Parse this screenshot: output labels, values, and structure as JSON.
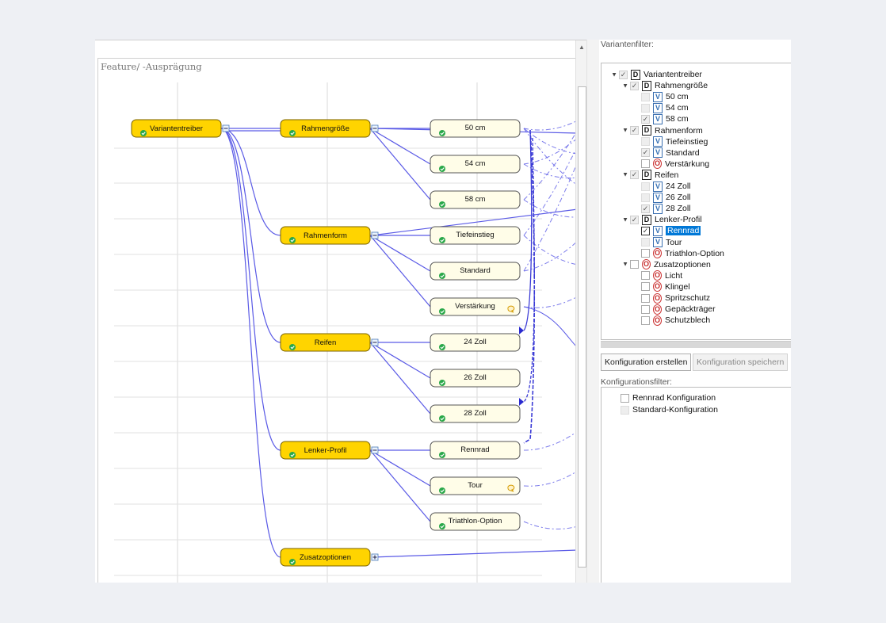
{
  "diagram": {
    "title": "Feature/ -Ausprägung",
    "node_labels": {
      "variantentreiber": "Variantentreiber",
      "rahmengroesse": "Rahmengröße",
      "rahmenform": "Rahmenform",
      "reifen": "Reifen",
      "lenker": "Lenker-Profil",
      "zusatzoptionen": "Zusatzoptionen",
      "cm50": "50 cm",
      "cm54": "54 cm",
      "cm58": "58 cm",
      "tiefeinstieg": "Tiefeinstieg",
      "standard": "Standard",
      "verstaerkung": "Verstärkung",
      "zoll24": "24 Zoll",
      "zoll26": "26 Zoll",
      "zoll28": "28 Zoll",
      "rennrad": "Rennrad",
      "tour": "Tour",
      "triathlon": "Triathlon-Option"
    },
    "colors": {
      "feature": "#ffd400",
      "value": "#fffde8",
      "edge": "#5a5ae6",
      "check": "#2aa84a"
    }
  },
  "right_pane": {
    "variant_filter_label": "Variantenfilter:",
    "tree": [
      {
        "label": "Variantentreiber",
        "type": "D",
        "checked": "partial",
        "expander": "▲"
      },
      {
        "label": "Rahmengröße",
        "type": "D",
        "checked": "partial",
        "expander": "▲"
      },
      {
        "label": "50 cm",
        "type": "V",
        "checked": "no"
      },
      {
        "label": "54 cm",
        "type": "V",
        "checked": "no"
      },
      {
        "label": "58 cm",
        "type": "V",
        "checked": "yes"
      },
      {
        "label": "Rahmenform",
        "type": "D",
        "checked": "partial",
        "expander": "▲"
      },
      {
        "label": "Tiefeinstieg",
        "type": "V",
        "checked": "no"
      },
      {
        "label": "Standard",
        "type": "V",
        "checked": "yes"
      },
      {
        "label": "Verstärkung",
        "type": "O",
        "checked": "no"
      },
      {
        "label": "Reifen",
        "type": "D",
        "checked": "partial",
        "expander": "▲"
      },
      {
        "label": "24 Zoll",
        "type": "V",
        "checked": "no"
      },
      {
        "label": "26 Zoll",
        "type": "V",
        "checked": "no"
      },
      {
        "label": "28 Zoll",
        "type": "V",
        "checked": "yes"
      },
      {
        "label": "Lenker-Profil",
        "type": "D",
        "checked": "partial",
        "expander": "▲"
      },
      {
        "label": "Rennrad",
        "type": "V",
        "checked": "yes",
        "selected": true
      },
      {
        "label": "Tour",
        "type": "V",
        "checked": "no"
      },
      {
        "label": "Triathlon-Option",
        "type": "O",
        "checked": "no"
      },
      {
        "label": "Zusatzoptionen",
        "type": "O",
        "checked": "no",
        "expander": "▲"
      },
      {
        "label": "Licht",
        "type": "O",
        "checked": "no"
      },
      {
        "label": "Klingel",
        "type": "O",
        "checked": "no"
      },
      {
        "label": "Spritzschutz",
        "type": "O",
        "checked": "no"
      },
      {
        "label": "Gepäckträger",
        "type": "O",
        "checked": "no"
      },
      {
        "label": "Schutzblech",
        "type": "O",
        "checked": "no"
      }
    ],
    "create_button": "Konfiguration erstellen",
    "save_button": "Konfiguration speichern",
    "config_filter_label": "Konfigurationsfilter:",
    "configs": [
      {
        "label": "Rennrad Konfiguration"
      },
      {
        "label": "Standard-Konfiguration"
      }
    ]
  }
}
